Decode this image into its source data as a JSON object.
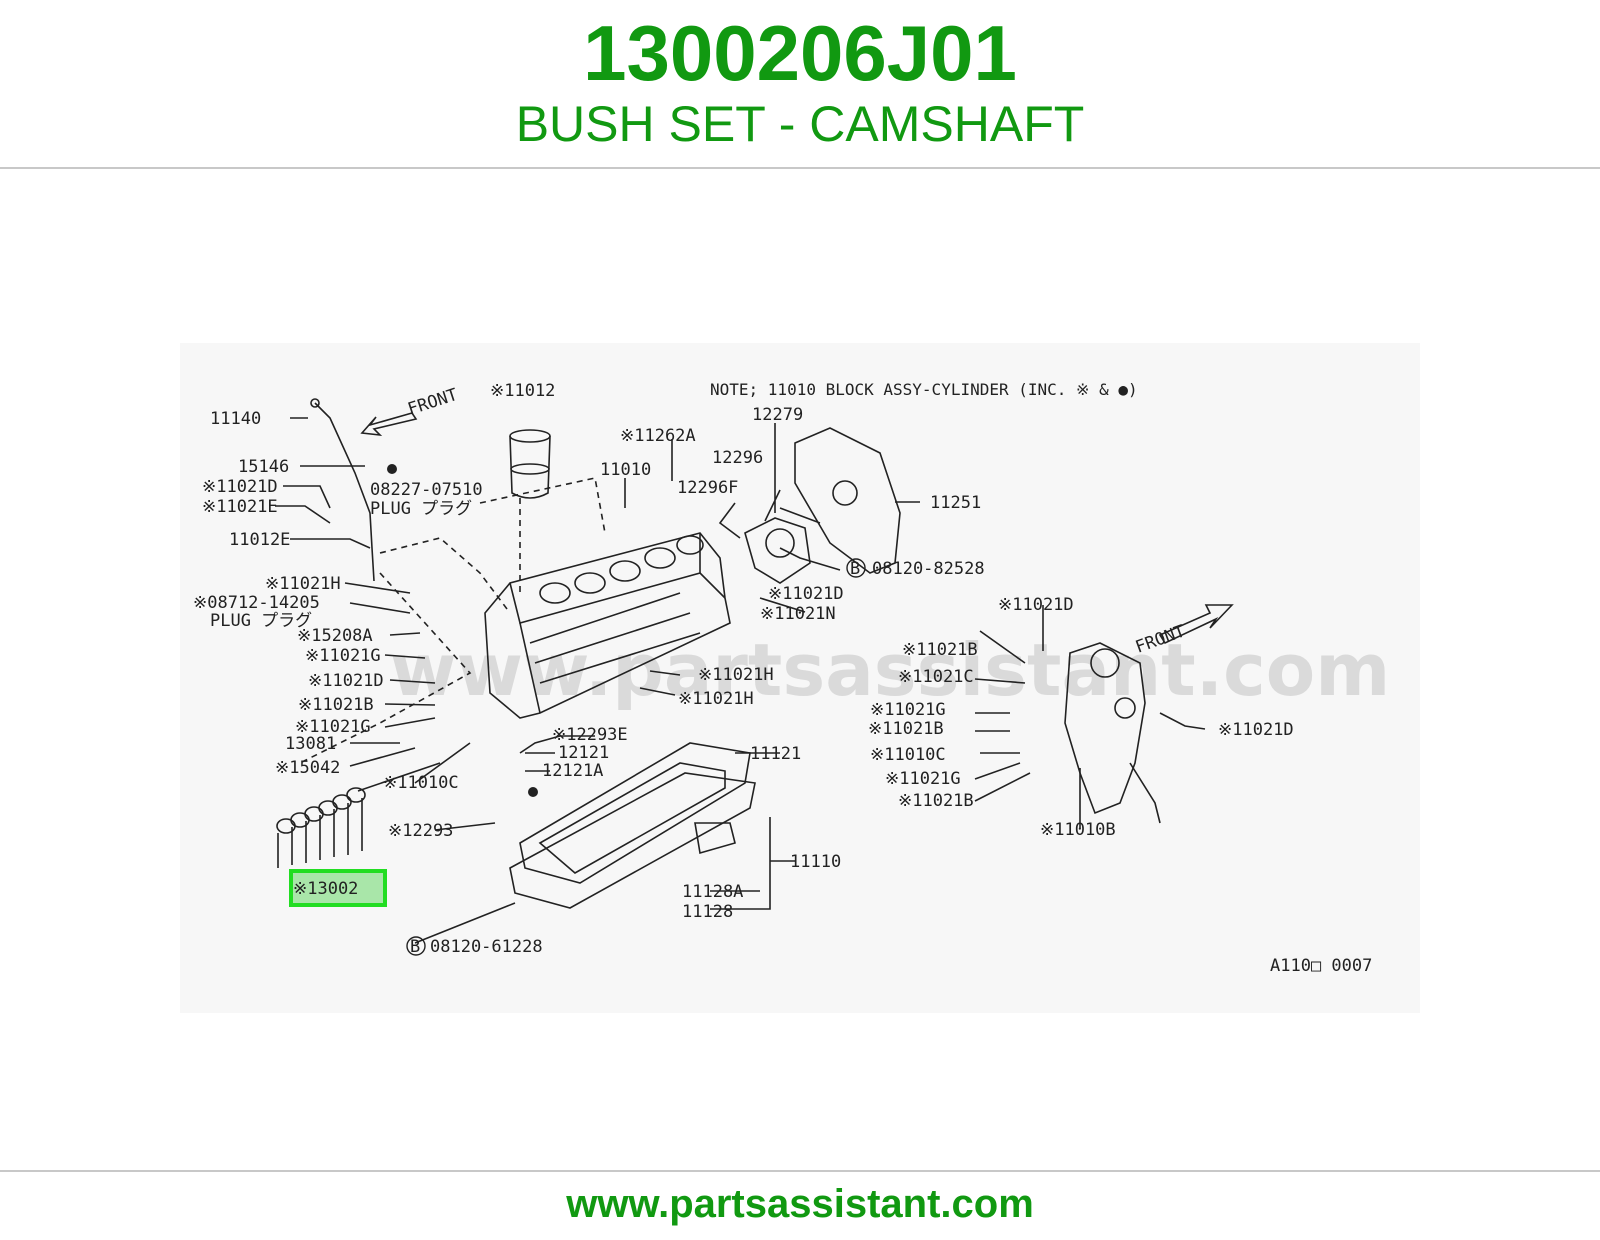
{
  "header": {
    "part_number": "1300206J01",
    "part_name": "BUSH SET - CAMSHAFT"
  },
  "diagram": {
    "note": "NOTE; 11010 BLOCK ASSY-CYLINDER (INC. ※ & ●)",
    "front_label": "FRONT",
    "watermark": "www.partsassistant.com",
    "figure_code": "A110□ 0007",
    "highlighted_part": "※13002",
    "labels": {
      "l11140": "11140",
      "l15146": "15146",
      "l11021D_a": "※11021D",
      "l11021E": "※11021E",
      "l11012E": "11012E",
      "l11012": "※11012",
      "l08227": "08227-07510",
      "plug1": "PLUG プラグ",
      "l11021H_a": "※11021H",
      "l08712": "※08712-14205",
      "plug2": "PLUG プラグ",
      "l15208A": "※15208A",
      "l11021G_a": "※11021G",
      "l11021D_b": "※11021D",
      "l11021B_a": "※11021B",
      "l11021G_b": "※11021G",
      "l13081": "13081",
      "l15042": "※15042",
      "l11262A": "※11262A",
      "l11010": "11010",
      "l12279": "12279",
      "l12296": "12296",
      "l12296F": "12296F",
      "l11251": "11251",
      "l08120_82528": "08120-82528",
      "l11021D_c": "※11021D",
      "l11021N": "※11021N",
      "l11021H_b": "※11021H",
      "l11021H_c": "※11021H",
      "l12293E": "※12293E",
      "l12121": "12121",
      "l12121A": "12121A",
      "l11010C_a": "※11010C",
      "l12293": "※12293",
      "l11121": "11121",
      "l11110": "11110",
      "l11128A": "11128A",
      "l11128": "11128",
      "l08120_61228": "08120-61228",
      "r11021D_a": "※11021D",
      "r11021B_a": "※11021B",
      "r11021C": "※11021C",
      "r11021G_a": "※11021G",
      "r11021B_b": "※11021B",
      "r11010C": "※11010C",
      "r11021G_b": "※11021G",
      "r11021B_c": "※11021B",
      "r11010B": "※11010B",
      "r11021D_b": "※11021D",
      "circle_b": "B"
    }
  },
  "footer": {
    "url": "www.partsassistant.com"
  },
  "colors": {
    "brand_green": "#119911",
    "highlight": "#22dd22"
  }
}
